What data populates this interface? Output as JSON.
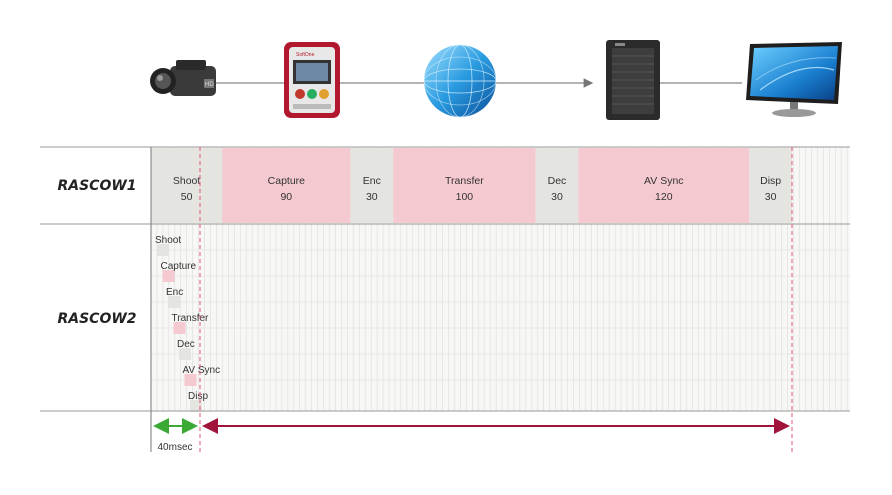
{
  "rows": [
    {
      "label": "RASCOW1"
    },
    {
      "label": "RASCOW2"
    }
  ],
  "stages": [
    {
      "name": "Shoot",
      "value": "50",
      "kind": "gray"
    },
    {
      "name": "Capture",
      "value": "90",
      "kind": "pink"
    },
    {
      "name": "Enc",
      "value": "30",
      "kind": "gray"
    },
    {
      "name": "Transfer",
      "value": "100",
      "kind": "pink"
    },
    {
      "name": "Dec",
      "value": "30",
      "kind": "gray"
    },
    {
      "name": "AV Sync",
      "value": "120",
      "kind": "pink"
    },
    {
      "name": "Disp",
      "value": "30",
      "kind": "gray"
    }
  ],
  "duration_label": "40msec",
  "devices": [
    {
      "icon": "camcorder-icon"
    },
    {
      "icon": "capture-device-icon",
      "brand": "SoftOne"
    },
    {
      "icon": "globe-icon"
    },
    {
      "icon": "workstation-icon"
    },
    {
      "icon": "monitor-icon"
    }
  ],
  "colors": {
    "gray": "#e4e4e0",
    "pink": "#f5c9d0",
    "green_arrow": "#3aaa35",
    "red_arrow": "#a0143c",
    "dash": "#e05a72",
    "grid": "#dcdcdc"
  }
}
